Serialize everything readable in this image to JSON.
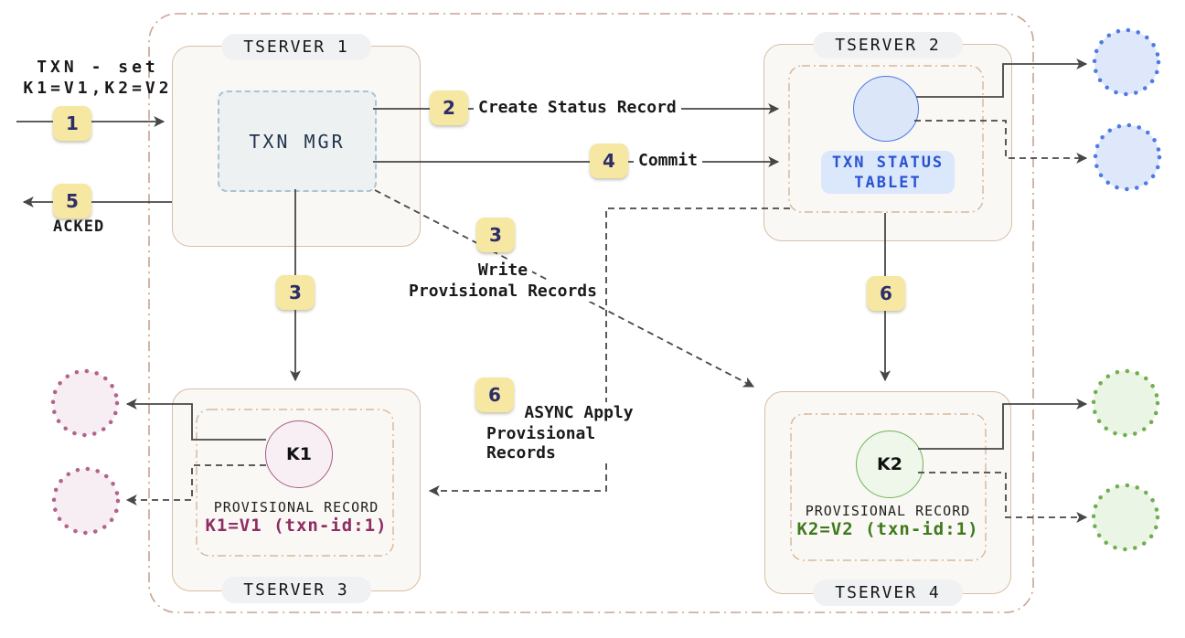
{
  "client": {
    "request_line1": "TXN - set",
    "request_line2": "K1=V1,K2=V2",
    "ack_label": "ACKED"
  },
  "badges": {
    "n1": "1",
    "n2": "2",
    "n3": "3",
    "n4": "4",
    "n5": "5",
    "n6": "6"
  },
  "servers": {
    "t1": {
      "name": "TSERVER 1",
      "txn_mgr_label": "TXN MGR"
    },
    "t2": {
      "name": "TSERVER 2",
      "tablet_line1": "TXN STATUS",
      "tablet_line2": "TABLET"
    },
    "t3": {
      "name": "TSERVER 3",
      "tablet": "K1",
      "record_title": "PROVISIONAL RECORD",
      "record_value": "K1=V1 (txn-id:1)"
    },
    "t4": {
      "name": "TSERVER 4",
      "tablet": "K2",
      "record_title": "PROVISIONAL RECORD",
      "record_value": "K2=V2 (txn-id:1)"
    }
  },
  "edges": {
    "create_status_record": "Create Status Record",
    "commit": "Commit",
    "write_line1": "Write",
    "write_line2": "Provisional Records",
    "async_line1": "ASYNC Apply",
    "async_line2": "Provisional Records"
  },
  "colors": {
    "badge_bg": "#f6e7a2",
    "badge_text": "#2d2d6b",
    "outer_border": "#c8a493",
    "server_border": "#d9bda7",
    "server_bg": "#faf8f4",
    "inner_border": "#d4b79c",
    "txn_mgr_bg": "#edf1f1",
    "txn_mgr_border": "#a9c3d3",
    "txn_mgr_text": "#23344c",
    "blue_stroke": "#4f79e3",
    "blue_fill": "#dbe6f9",
    "tablet_label_bg": "#dbe7fb",
    "tablet_label_text": "#2953d1",
    "maroon_stroke": "#a85c86",
    "maroon_fill": "#f8eff4",
    "maroon_text": "#8e2c63",
    "green_stroke": "#71b356",
    "green_fill": "#eef7ea",
    "green_text": "#3e7a1d",
    "arrow": "#474747",
    "pill_bg": "#f0f1f3"
  }
}
